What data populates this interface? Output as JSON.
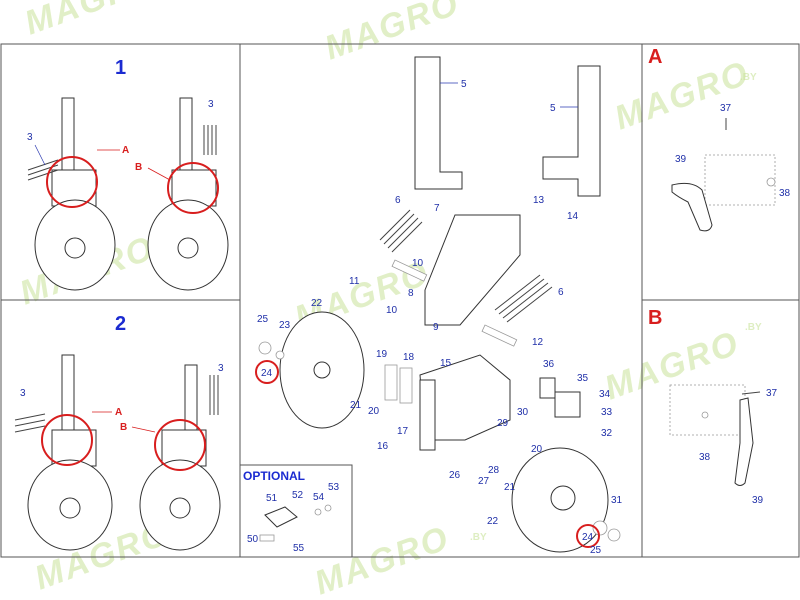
{
  "watermark": {
    "text": "MAGRO",
    "suffix": ".BY"
  },
  "panels": {
    "panel1": {
      "title": "1",
      "callouts": {
        "spring": "3",
        "left_detail": "A",
        "right_detail": "B",
        "right_spring": "3"
      }
    },
    "panel2": {
      "title": "2",
      "callouts": {
        "spring": "3",
        "left_detail": "A",
        "right_detail": "B",
        "right_spring": "3"
      }
    },
    "panelA": {
      "title": "A",
      "callouts": {
        "pin": "37",
        "hose": "39",
        "bracket": "38"
      }
    },
    "panelB": {
      "title": "B",
      "callouts": {
        "pin": "37",
        "bracket": "38",
        "hose": "39"
      }
    },
    "optional": {
      "title": "OPTIONAL",
      "callouts": {
        "p51": "51",
        "p52": "52",
        "p53": "53",
        "p54": "54",
        "p50": "50",
        "p55": "55"
      }
    }
  },
  "main_callouts": {
    "p5a": "5",
    "p5b": "5",
    "p6a": "6",
    "p6b": "6",
    "p7": "7",
    "p8": "8",
    "p9": "9",
    "p10": "10",
    "p11": "11",
    "p12": "12",
    "p13": "13",
    "p14": "14",
    "p15": "15",
    "p16": "16",
    "p17": "17",
    "p18": "18",
    "p19": "19",
    "p20a": "20",
    "p20b": "20",
    "p21a": "21",
    "p21b": "21",
    "p22a": "22",
    "p22b": "22",
    "p23": "23",
    "p24a": "24",
    "p24b": "24",
    "p25a": "25",
    "p25b": "25",
    "p26": "26",
    "p27": "27",
    "p28": "28",
    "p29": "29",
    "p30": "30",
    "p31": "31",
    "p32": "32",
    "p33": "33",
    "p34": "34",
    "p35": "35",
    "p36": "36"
  },
  "colors": {
    "callout_blue": "#1f2fa8",
    "highlight_red": "#d81e1e",
    "title_blue": "#1b2bd1",
    "watermark_green": "#c9e39a"
  }
}
